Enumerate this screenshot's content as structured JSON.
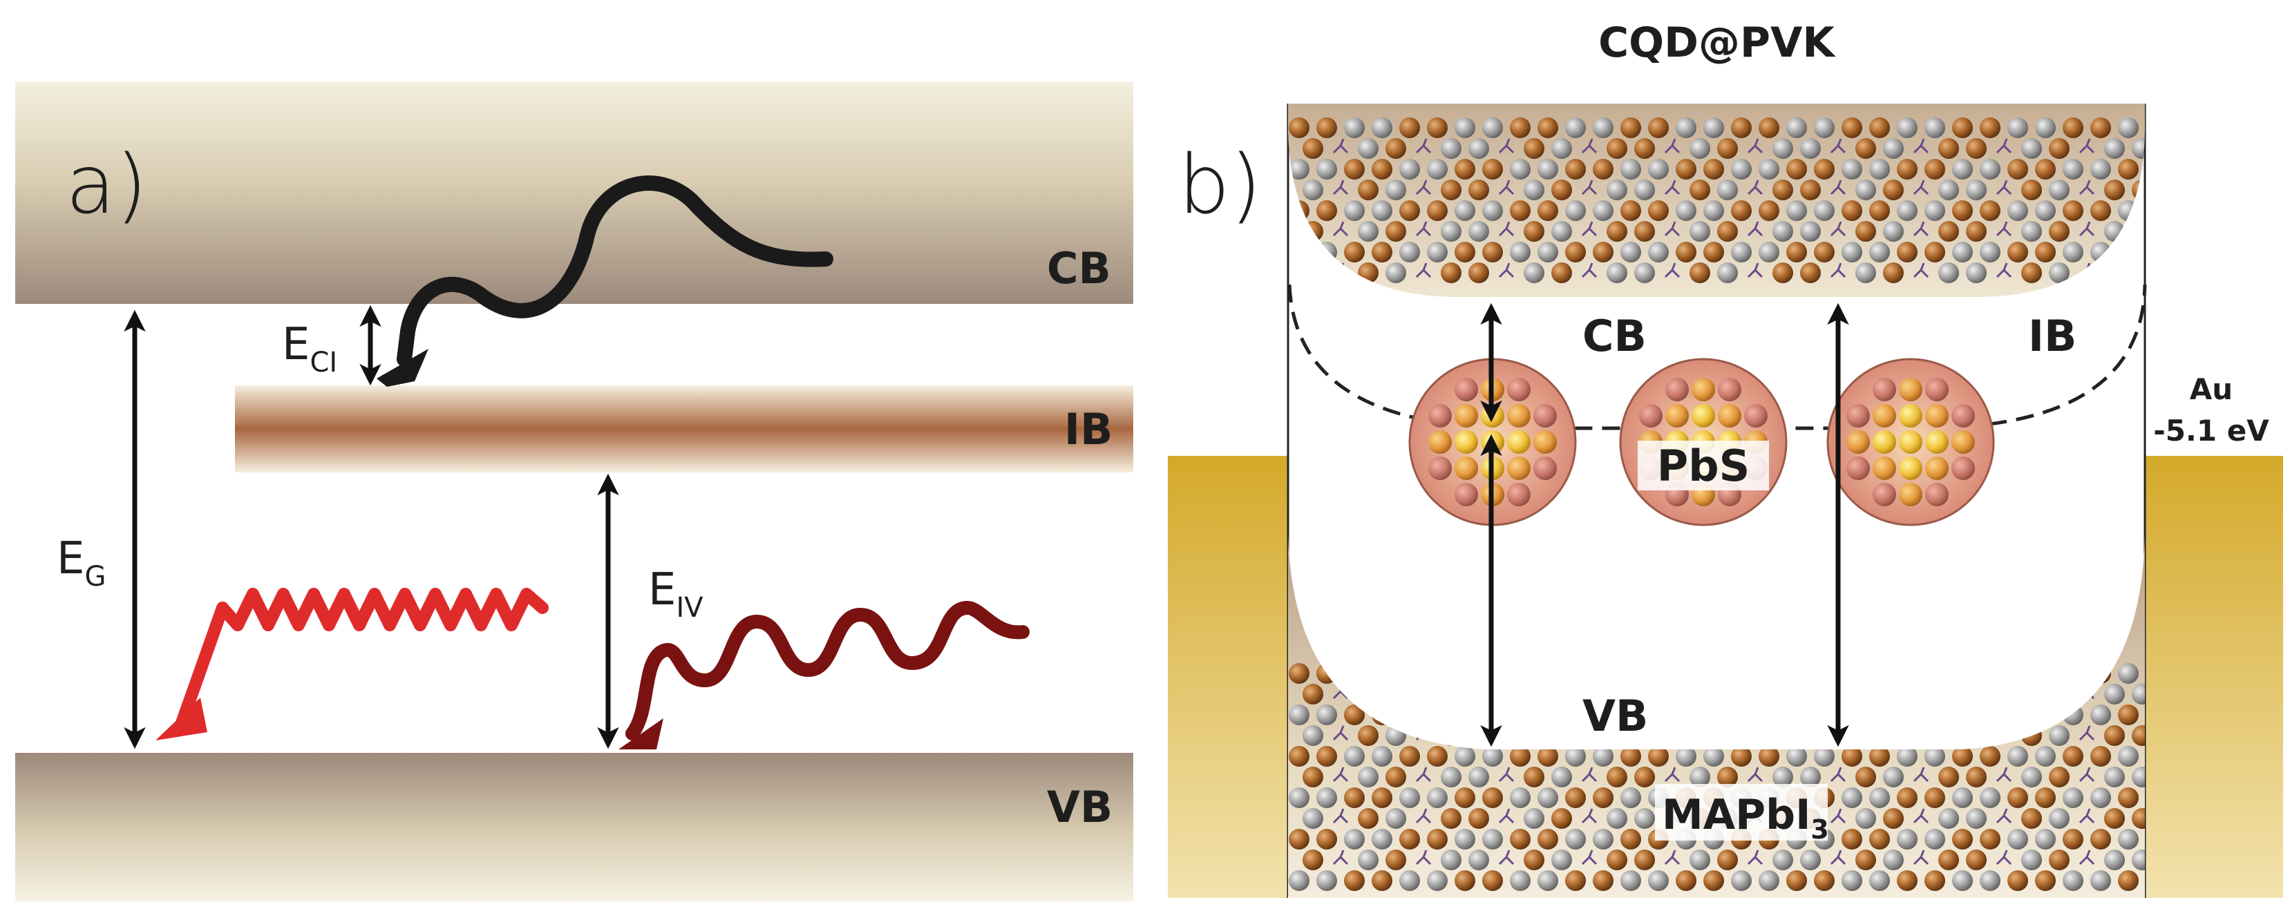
{
  "panel_a": {
    "label": "a)",
    "bands": {
      "cb": "CB",
      "ib": "IB",
      "vb": "VB"
    },
    "energies": {
      "eg": {
        "main": "E",
        "sub": "G"
      },
      "eci": {
        "main": "E",
        "sub": "CI"
      },
      "eiv": {
        "main": "E",
        "sub": "IV"
      }
    }
  },
  "panel_b": {
    "label": "b)",
    "title": "CQD@PVK",
    "bands": {
      "cb": "CB",
      "ib": "IB",
      "vb": "VB"
    },
    "qd_label": "PbS",
    "perovskite": {
      "main": "MAPbI",
      "sub": "3"
    },
    "electrode": {
      "name": "Au",
      "workfunction": "-5.1 eV"
    }
  },
  "colors": {
    "band_light": "#f3efdc",
    "band_dark": "#9e8b7c",
    "ib_dark": "#a8673f",
    "gold": "#d6ad2e",
    "photon_red": "#e02b2b",
    "photon_darkred": "#7a1212",
    "atom_brown": "#a86428",
    "atom_gray": "#9a9a9a"
  }
}
